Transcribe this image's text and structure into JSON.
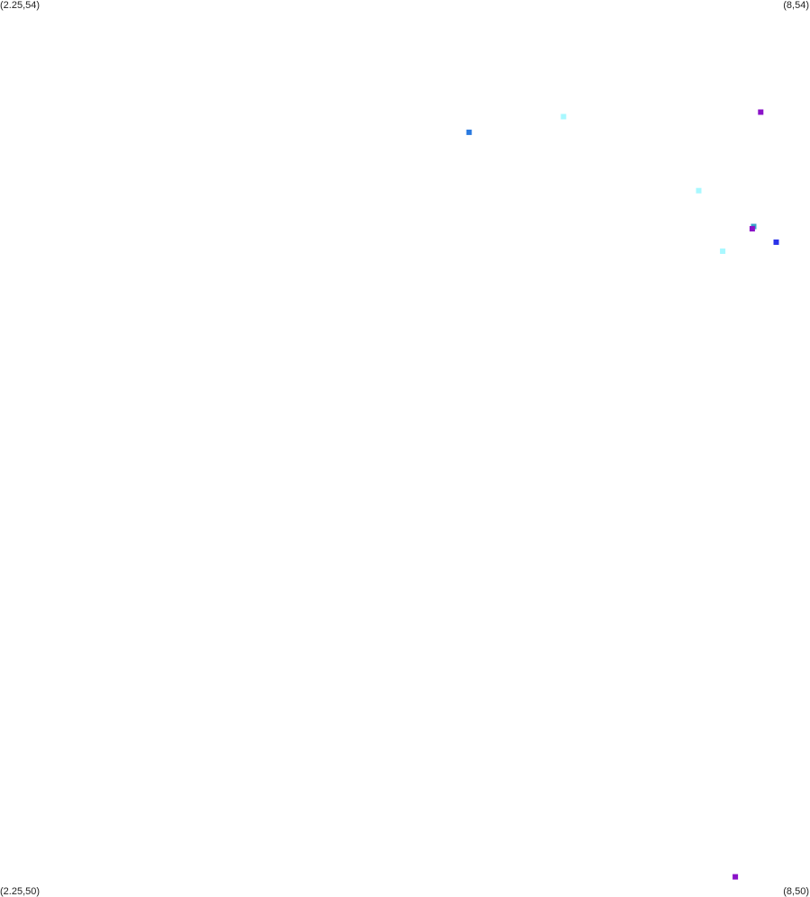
{
  "corners": {
    "top_left": "(2.25,54)",
    "top_right": "(8,54)",
    "bottom_left": "(2.25,50)",
    "bottom_right": "(8,50)"
  },
  "chart_data": {
    "type": "scatter",
    "xlim": [
      2.25,
      8
    ],
    "ylim": [
      50,
      54
    ],
    "axes_visible": false,
    "grid": false,
    "marker": "square",
    "points": [
      {
        "x": 7.65,
        "y": 53.5,
        "color": "#8a12c8"
      },
      {
        "x": 6.25,
        "y": 53.48,
        "color": "#a8f8ff"
      },
      {
        "x": 5.58,
        "y": 53.41,
        "color": "#2a7ae0"
      },
      {
        "x": 7.21,
        "y": 53.15,
        "color": "#a8f8ff"
      },
      {
        "x": 7.6,
        "y": 52.99,
        "color": "#3aa0c8"
      },
      {
        "x": 7.59,
        "y": 52.98,
        "color": "#8a12c8"
      },
      {
        "x": 7.76,
        "y": 52.92,
        "color": "#2a32e8"
      },
      {
        "x": 7.38,
        "y": 52.88,
        "color": "#a8f8ff"
      },
      {
        "x": 7.47,
        "y": 50.09,
        "color": "#8a12c8"
      }
    ]
  }
}
